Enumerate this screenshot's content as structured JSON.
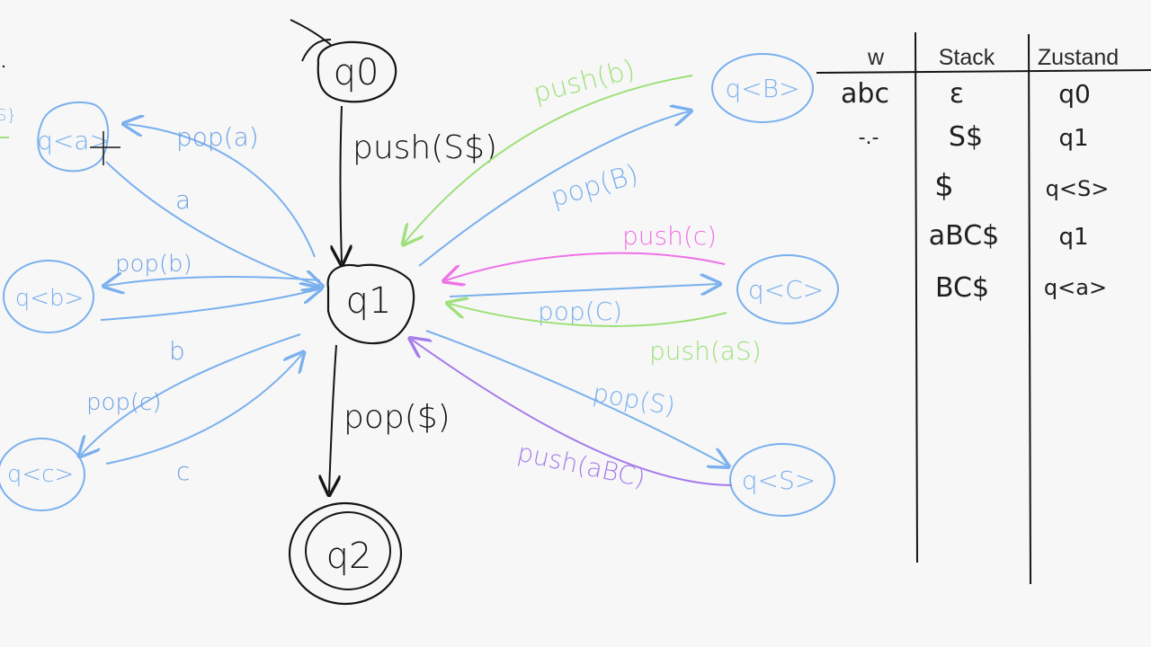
{
  "colors": {
    "background": "#f7f7f7",
    "ink": "#151515",
    "blue": "#7ab0ee",
    "blue_text": "#6ea2e2",
    "green": "#9ee07a",
    "pink": "#ee72e6",
    "purple": "#a57bea"
  },
  "states": {
    "q0": "q0",
    "q1": "q1",
    "q2": "q2",
    "q_a": "q<a>",
    "q_b": "q<b>",
    "q_c": "q<c>",
    "q_B": "q<B>",
    "q_C": "q<C>",
    "q_S": "q<S>"
  },
  "transitions": {
    "q0_q1": "push(S$)",
    "q1_q2": "pop($)",
    "pop_a": "pop(a)",
    "a": "a",
    "pop_b": "pop(b)",
    "b": "b",
    "pop_c": "pop(c)",
    "c": "c",
    "push_b": "push(b)",
    "pop_B": "pop(B)",
    "push_c": "push(c)",
    "pop_C": "pop(C)",
    "push_aS": "push(aS)",
    "pop_S": "pop(S)",
    "push_aBC": "push(aBC)"
  },
  "edge_text": {
    "left_fragment": "S}"
  },
  "table": {
    "headers": [
      "w",
      "Stack",
      "Zustand"
    ],
    "rows": [
      {
        "w": "abc",
        "stack": "ε",
        "state": "q0"
      },
      {
        "w": "-.-",
        "stack": "S$",
        "state": "q1"
      },
      {
        "w": "",
        "stack": "$",
        "state": "q<S>"
      },
      {
        "w": "",
        "stack": "aBC$",
        "state": "q1"
      },
      {
        "w": "",
        "stack": "BC$",
        "state": "q<a>"
      }
    ]
  }
}
